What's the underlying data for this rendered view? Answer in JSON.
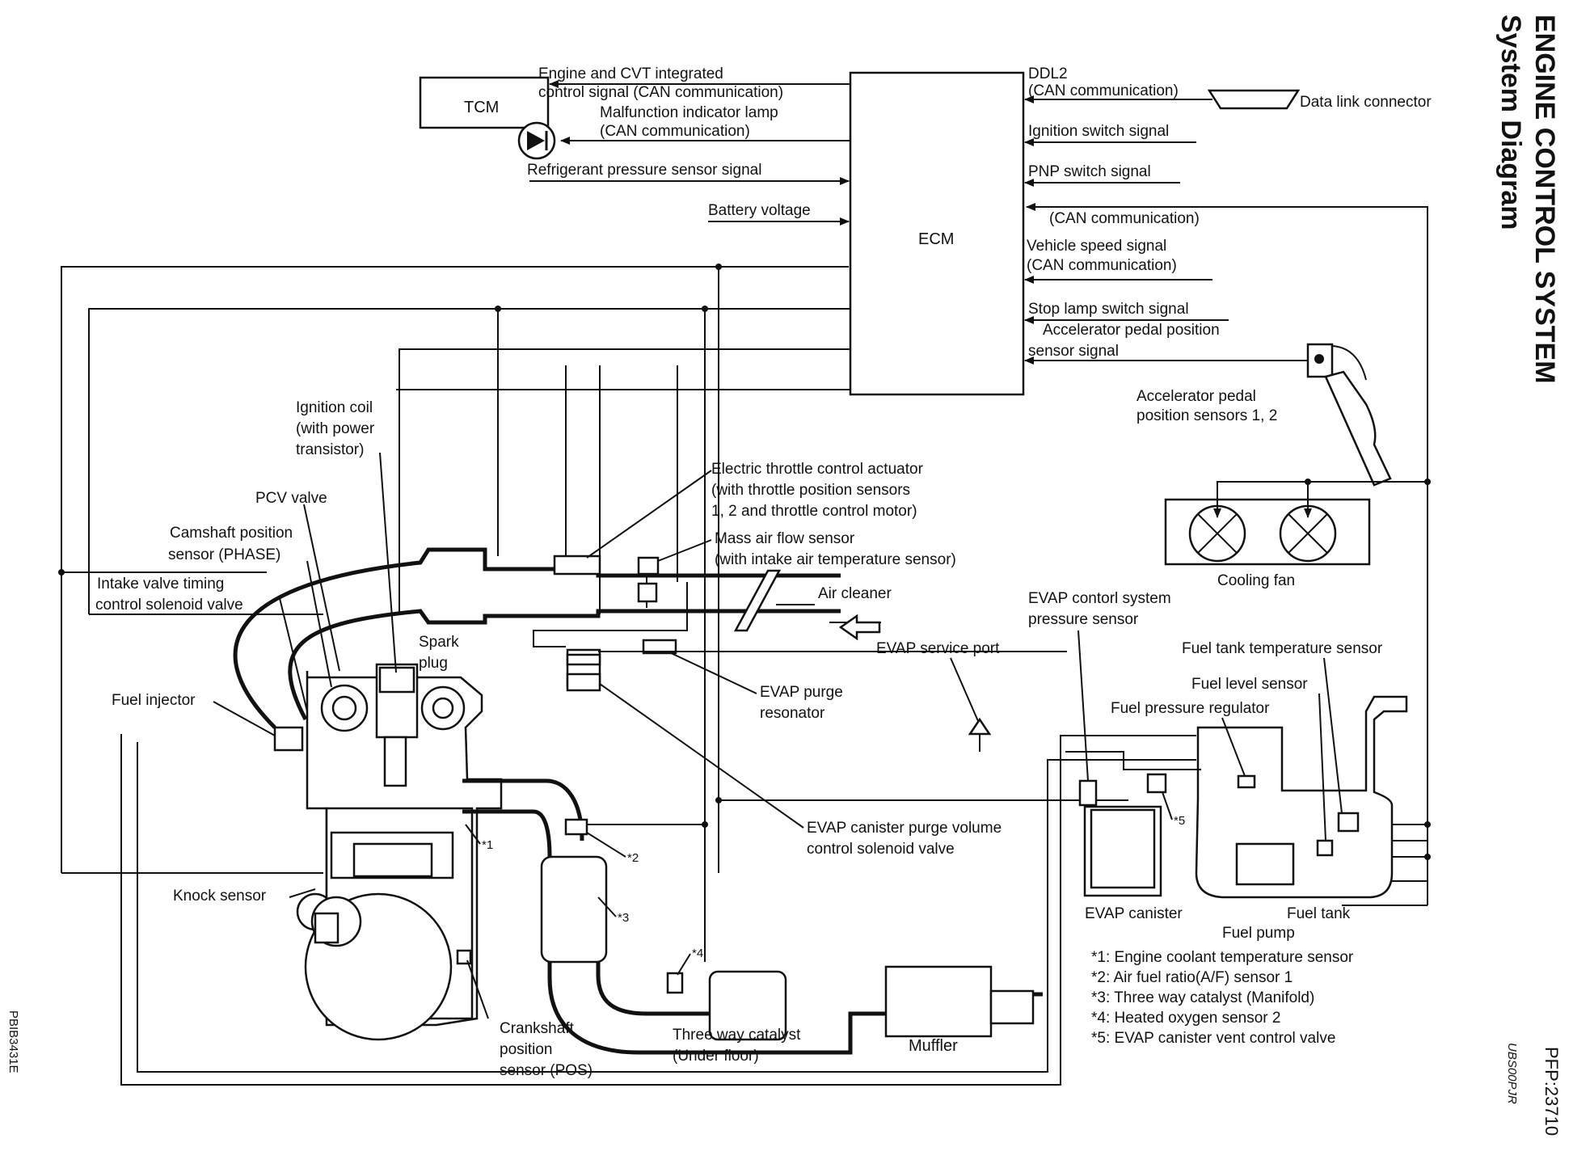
{
  "header": {
    "title": "ENGINE CONTROL SYSTEM",
    "subtitle": "System Diagram",
    "page_code": "PFP:23710",
    "ref_code": "UBS00PJR",
    "figure_code": "PBIB3431E"
  },
  "boxes": {
    "ecm": "ECM",
    "tcm": "TCM",
    "muffler": "Muffler"
  },
  "left_signals": {
    "cvt_1": "Engine and CVT integrated",
    "cvt_2": "control signal (CAN communication)",
    "mil_1": "Malfunction indicator lamp",
    "mil_2": "(CAN communication)",
    "refrigerant": "Refrigerant pressure sensor signal",
    "battery": "Battery voltage"
  },
  "right_signals": {
    "ddl2_1": "DDL2",
    "ddl2_2": "(CAN communication)",
    "dlc": "Data link connector",
    "ignition": "Ignition switch signal",
    "pnp": "PNP switch signal",
    "can": "(CAN communication)",
    "vss_1": "Vehicle speed signal",
    "vss_2": "(CAN communication)",
    "stop_lamp": "Stop lamp switch signal",
    "app_1": "Accelerator pedal position",
    "app_2": "sensor signal",
    "app_sensor_1": "Accelerator pedal",
    "app_sensor_2": "position sensors 1, 2",
    "cooling_fan": "Cooling fan"
  },
  "components": {
    "ign_coil_1": "Ignition coil",
    "ign_coil_2": "(with power",
    "ign_coil_3": "transistor)",
    "pcv": "PCV valve",
    "cmp_1": "Camshaft position",
    "cmp_2": "sensor (PHASE)",
    "ivt_1": "Intake valve timing",
    "ivt_2": "control solenoid valve",
    "spark_1": "Spark",
    "spark_2": "plug",
    "injector": "Fuel injector",
    "knock": "Knock sensor",
    "ckp_1": "Crankshaft",
    "ckp_2": "position",
    "ckp_3": "sensor (POS)",
    "etc_1": "Electric throttle control actuator",
    "etc_2": "(with throttle position sensors",
    "etc_3": "1, 2 and throttle control motor)",
    "maf_1": "Mass air flow sensor",
    "maf_2": "(with intake air temperature sensor)",
    "air_cleaner": "Air cleaner",
    "resonator_1": "EVAP purge",
    "resonator_2": "resonator",
    "purge_valve_1": "EVAP canister purge volume",
    "purge_valve_2": "control solenoid valve",
    "service_port": "EVAP service port",
    "evap_press_1": "EVAP contorl system",
    "evap_press_2": "pressure sensor",
    "fuel_temp": "Fuel tank temperature sensor",
    "fuel_level": "Fuel level sensor",
    "fpr": "Fuel pressure regulator",
    "canister": "EVAP canister",
    "fuel_tank": "Fuel tank",
    "fuel_pump": "Fuel pump",
    "twc_1": "Three way catalyst",
    "twc_2": "(Under floor)",
    "m1": "*1",
    "m2": "*2",
    "m3": "*3",
    "m4": "*4",
    "m5": "*5"
  },
  "legend": [
    "*1: Engine coolant temperature sensor",
    "*2: Air fuel ratio(A/F) sensor 1",
    "*3: Three way catalyst (Manifold)",
    "*4: Heated oxygen sensor 2",
    "*5: EVAP canister vent control valve"
  ]
}
